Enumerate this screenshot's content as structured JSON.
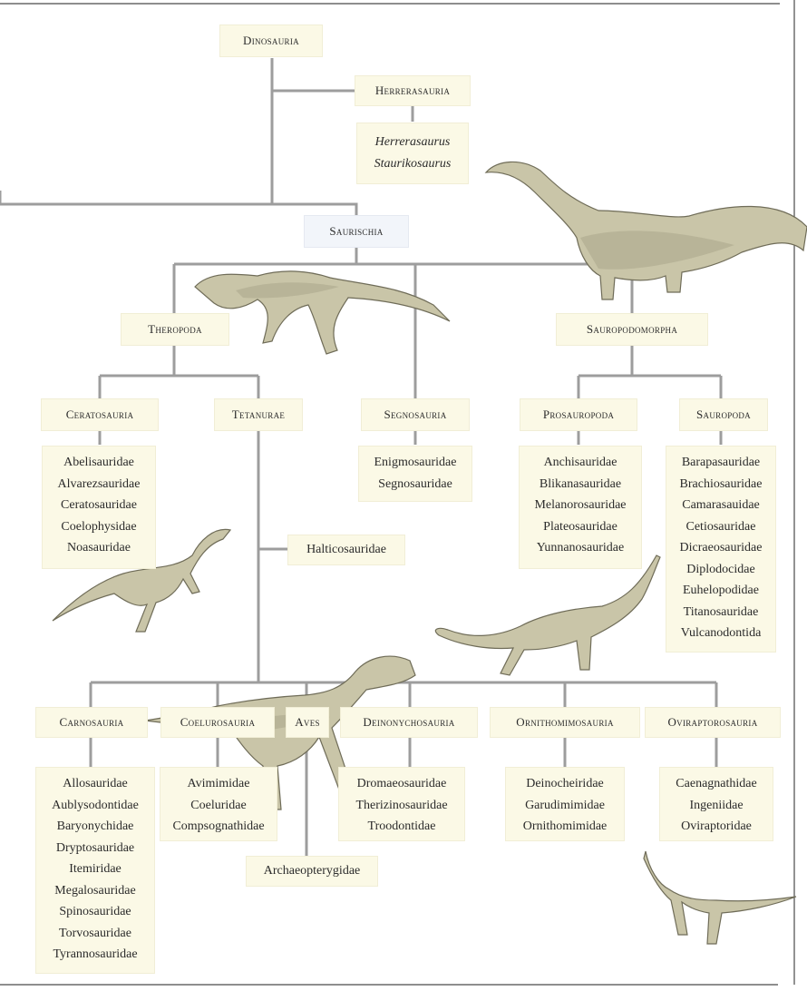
{
  "root": "Dinosauria",
  "herrerasauria": {
    "label": "Herrerasauria",
    "genera": [
      "Herrerasaurus",
      "Staurikosaurus"
    ]
  },
  "saurischia": "Saurischia",
  "theropoda": "Theropoda",
  "sauropodomorpha": "Sauropodomorpha",
  "ceratosauria": {
    "label": "Ceratosauria",
    "families": [
      "Abelisauridae",
      "Alvarezsauridae",
      "Ceratosauridae",
      "Coelophysidae",
      "Noasauridae"
    ]
  },
  "tetanurae": "Tetanurae",
  "halticosauridae": "Halticosauridae",
  "segnosauria": {
    "label": "Segnosauria",
    "families": [
      "Enigmosauridae",
      "Segnosauridae"
    ]
  },
  "prosauropoda": {
    "label": "Prosauropoda",
    "families": [
      "Anchisauridae",
      "Blikanasauridae",
      "Melanorosauridae",
      "Plateosauridae",
      "Yunnanosauridae"
    ]
  },
  "sauropoda": {
    "label": "Sauropoda",
    "families": [
      "Barapasauridae",
      "Brachiosauridae",
      "Camarasauidae",
      "Cetiosauridae",
      "Dicraeosauridae",
      "Diplodocidae",
      "Euhelopodidae",
      "Titanosauridae",
      "Vulcanodontida"
    ]
  },
  "carnosauria": {
    "label": "Carnosauria",
    "families": [
      "Allosauridae",
      "Aublysodontidae",
      "Baryonychidae",
      "Dryptosauridae",
      "Itemiridae",
      "Megalosauridae",
      "Spinosauridae",
      "Torvosauridae",
      "Tyrannosauridae"
    ]
  },
  "coelurosauria": {
    "label": "Coelurosauria",
    "families": [
      "Avimimidae",
      "Coeluridae",
      "Compsognathidae"
    ]
  },
  "aves": {
    "label": "Aves",
    "family": "Archaeopterygidae"
  },
  "deinonychosauria": {
    "label": "Deinonychosauria",
    "families": [
      "Dromaeosauridae",
      "Therizinosauridae",
      "Troodontidae"
    ]
  },
  "ornithomimosauria": {
    "label": "Ornithomimosauria",
    "families": [
      "Deinocheiridae",
      "Garudimimidae",
      "Ornithomimidae"
    ]
  },
  "oviraptorosauria": {
    "label": "Oviraptorosauria",
    "families": [
      "Caenagnathidae",
      "Ingeniidae",
      "Oviraptoridae"
    ]
  }
}
